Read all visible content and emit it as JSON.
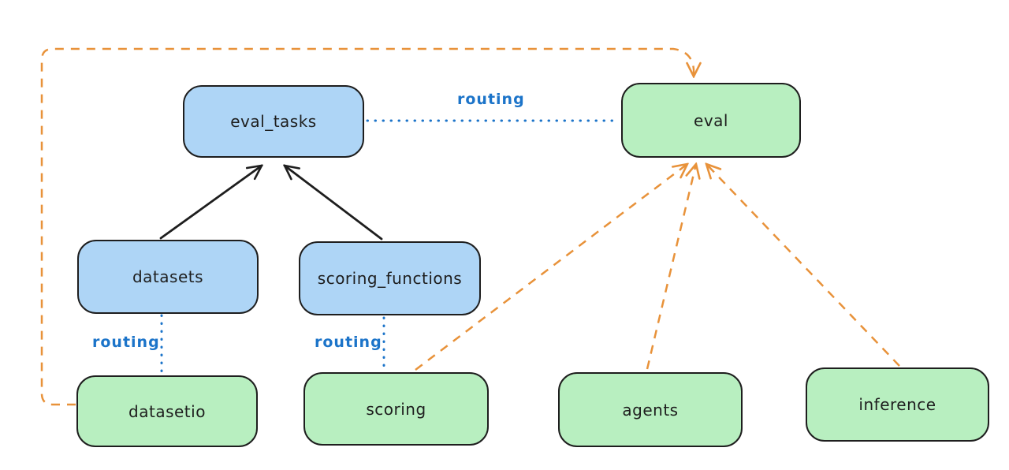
{
  "diagram": {
    "nodes": {
      "eval_tasks": "eval_tasks",
      "eval": "eval",
      "datasets": "datasets",
      "scoring_functions": "scoring_functions",
      "datasetio": "datasetio",
      "scoring": "scoring",
      "agents": "agents",
      "inference": "inference"
    },
    "edge_labels": {
      "routing_eval": "routing",
      "routing_datasetio": "routing",
      "routing_scoring": "routing"
    },
    "edges": [
      {
        "from": "datasets",
        "to": "eval_tasks",
        "style": "solid",
        "color": "black",
        "arrow": true
      },
      {
        "from": "scoring_functions",
        "to": "eval_tasks",
        "style": "solid",
        "color": "black",
        "arrow": true
      },
      {
        "from": "eval_tasks",
        "to": "eval",
        "style": "dotted",
        "color": "blue",
        "label": "routing",
        "arrow": false
      },
      {
        "from": "datasets",
        "to": "datasetio",
        "style": "dotted",
        "color": "blue",
        "label": "routing",
        "arrow": false
      },
      {
        "from": "scoring_functions",
        "to": "scoring",
        "style": "dotted",
        "color": "blue",
        "label": "routing",
        "arrow": false
      },
      {
        "from": "datasetio",
        "to": "eval",
        "style": "dashed",
        "color": "orange",
        "arrow": true,
        "route": "around-left-and-top"
      },
      {
        "from": "scoring",
        "to": "eval",
        "style": "dashed",
        "color": "orange",
        "arrow": true
      },
      {
        "from": "agents",
        "to": "eval",
        "style": "dashed",
        "color": "orange",
        "arrow": true
      },
      {
        "from": "inference",
        "to": "eval",
        "style": "dashed",
        "color": "orange",
        "arrow": true
      }
    ]
  },
  "colors": {
    "background": "#ffffff",
    "node-blue": "#aed5f6",
    "node-green": "#b8efc0",
    "stroke": "#1e1e1e",
    "routing-blue": "#1c74c9",
    "orange": "#e8923a"
  }
}
